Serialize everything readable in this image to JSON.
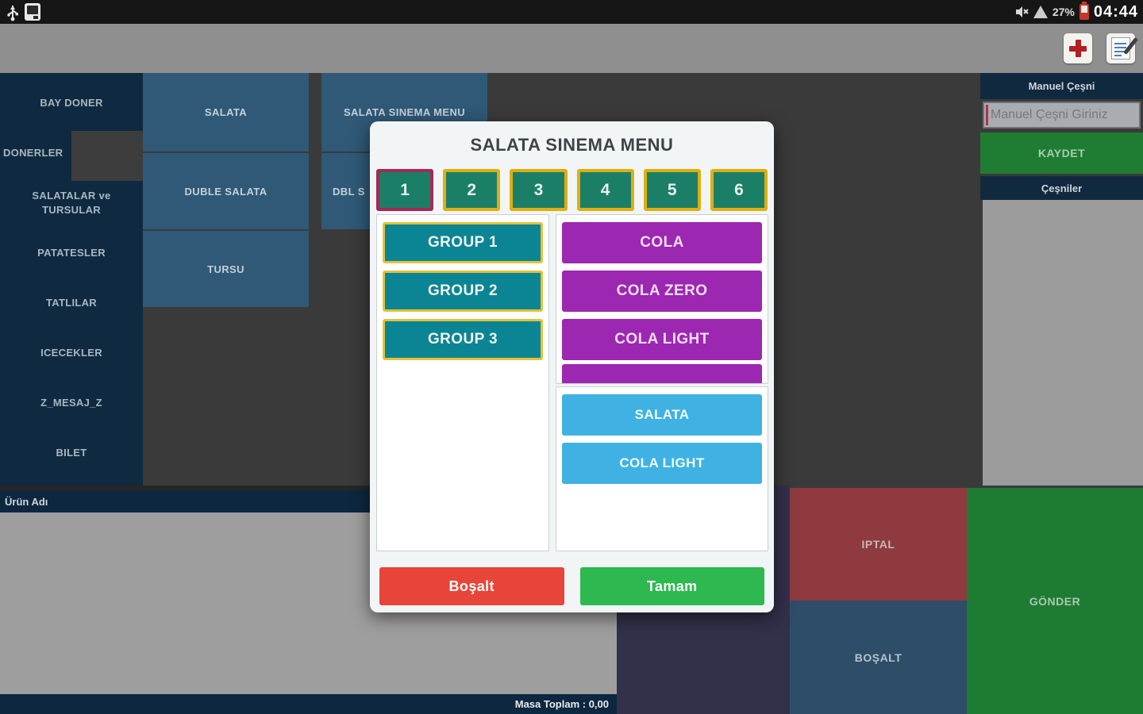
{
  "status_bar": {
    "time": "04:44",
    "battery_percent": "27%",
    "left_icons": [
      "usb-icon",
      "screenshot-icon"
    ],
    "right_icons": [
      "mute-icon",
      "signal-icon",
      "battery-icon"
    ]
  },
  "toolbar": {
    "icons": [
      "add-record-icon",
      "edit-note-icon"
    ]
  },
  "sidebar": {
    "items": [
      {
        "label": "BAY DONER"
      },
      {
        "label": "DONERLER"
      },
      {
        "label": "SALATALAR ve TURSULAR"
      },
      {
        "label": "PATATESLER"
      },
      {
        "label": "TATLILAR"
      },
      {
        "label": "ICECEKLER"
      },
      {
        "label": "Z_MESAJ_Z"
      },
      {
        "label": "BILET"
      }
    ]
  },
  "products": {
    "column1": [
      {
        "label": "SALATA"
      },
      {
        "label": "DUBLE SALATA"
      },
      {
        "label": "TURSU"
      }
    ],
    "column2": [
      {
        "label": "SALATA SINEMA MENU"
      },
      {
        "label": "DBL S"
      }
    ]
  },
  "modal": {
    "title": "SALATA SINEMA MENU",
    "tabs": [
      "1",
      "2",
      "3",
      "4",
      "5",
      "6"
    ],
    "active_tab": "1",
    "groups": [
      "GROUP 1",
      "GROUP 2",
      "GROUP 3"
    ],
    "items": [
      "COLA",
      "COLA ZERO",
      "COLA LIGHT"
    ],
    "selected_items": [
      "SALATA",
      "COLA LIGHT"
    ],
    "clear_label": "Boşalt",
    "ok_label": "Tamam"
  },
  "right_panel": {
    "header": "Manuel Çeşni",
    "input_value": "",
    "input_placeholder": "Manuel Çeşni Giriniz",
    "save_label": "KAYDET",
    "list_header": "Çeşniler"
  },
  "order_panel": {
    "column_header": "Ürün Adı",
    "total_label": "Masa Toplam : 0,00"
  },
  "action_buttons": {
    "cancel": "IPTAL",
    "clear": "BOŞALT",
    "send": "GÖNDER"
  },
  "colors": {
    "sidebar_navy": "#0f2a40",
    "tile_blue": "#2f5977",
    "modal_bg": "#f2f5f6",
    "tab_green": "#1b7f67",
    "tab_active_border": "#a12a55",
    "tab_border": "#dfae10",
    "group_teal": "#0b8593",
    "item_purple": "#9c27b0",
    "selected_blue": "#3fb2e3",
    "clear_red": "#e8453a",
    "ok_green": "#2eb850",
    "save_green": "#1f7c33",
    "send_green": "#1e7b34",
    "cancel_red": "#8e3a3e",
    "battery_red": "#c0392b"
  }
}
